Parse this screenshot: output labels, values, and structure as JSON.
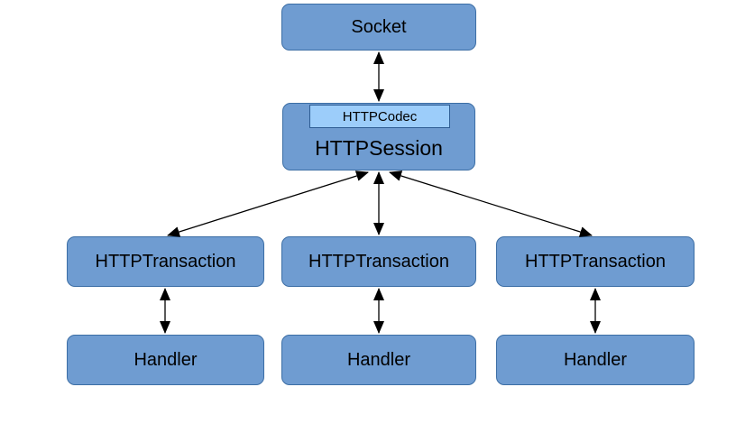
{
  "diagram": {
    "nodes": {
      "socket": "Socket",
      "http_codec": "HTTPCodec",
      "http_session": "HTTPSession",
      "transactions": [
        "HTTPTransaction",
        "HTTPTransaction",
        "HTTPTransaction"
      ],
      "handlers": [
        "Handler",
        "Handler",
        "Handler"
      ]
    },
    "edges": [
      {
        "from": "socket",
        "to": "http_session",
        "style": "double-arrow"
      },
      {
        "from": "http_session",
        "to": "transaction-1",
        "style": "double-arrow"
      },
      {
        "from": "http_session",
        "to": "transaction-2",
        "style": "double-arrow"
      },
      {
        "from": "http_session",
        "to": "transaction-3",
        "style": "double-arrow"
      },
      {
        "from": "transaction-1",
        "to": "handler-1",
        "style": "double-arrow"
      },
      {
        "from": "transaction-2",
        "to": "handler-2",
        "style": "double-arrow"
      },
      {
        "from": "transaction-3",
        "to": "handler-3",
        "style": "double-arrow"
      }
    ],
    "colors": {
      "node_fill": "#6F9CD1",
      "node_border": "#3C6EA5",
      "codec_fill": "#9CCDFA",
      "codec_border": "#2E5D94",
      "arrow": "#000000",
      "background": "#FFFFFF"
    }
  }
}
